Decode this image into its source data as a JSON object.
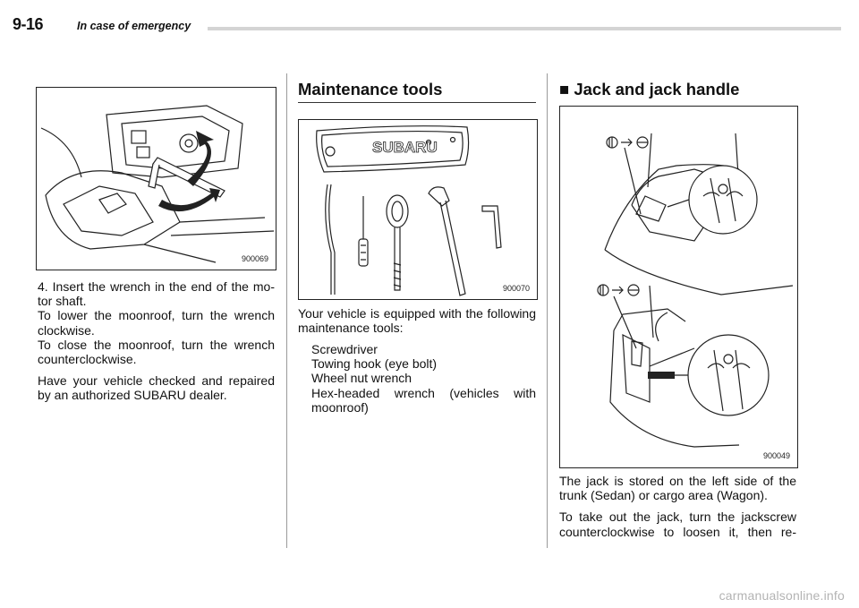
{
  "header": {
    "page_number": "9-16",
    "section_title": "In case of emergency"
  },
  "left_column": {
    "figure_code": "900069",
    "step_text": "4.  Insert the wrench in the end of the mo-tor shaft.",
    "lower_text": "To lower the moonroof, turn the wrench clockwise.",
    "close_text": "To close the moonroof, turn the wrench counterclockwise.",
    "advice_text": "Have your vehicle checked and repaired by an authorized SUBARU dealer."
  },
  "middle_column": {
    "heading": "Maintenance tools",
    "figure_code": "900070",
    "bag_brand": "SUBARU",
    "intro_text": "Your vehicle is equipped with the following maintenance tools:",
    "tools": [
      "Screwdriver",
      "Towing hook (eye bolt)",
      "Wheel nut wrench",
      "Hex-headed wrench (vehicles with moonroof)"
    ]
  },
  "right_column": {
    "heading_bullet": "■",
    "heading": "Jack and jack handle",
    "figure_code": "900049",
    "storage_text": "The jack is stored on the left side of the trunk (Sedan) or cargo area (Wagon).",
    "removal_text": "To take out the jack, turn the jackscrew counterclockwise to loosen it, then re-"
  },
  "footer": {
    "watermark": "carmanualsonline.info"
  }
}
